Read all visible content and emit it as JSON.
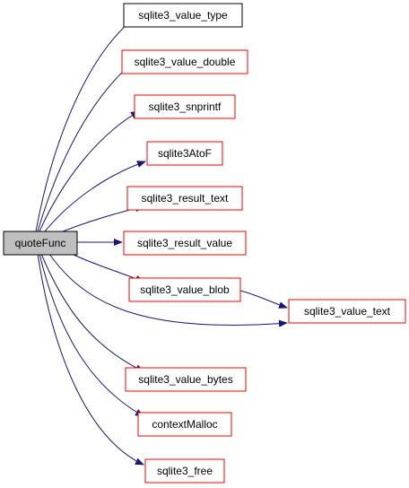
{
  "colors": {
    "edge": "#191970",
    "root_fill": "#bfbfbf",
    "doc_border": "#000000",
    "undoc_border": "#ff0000"
  },
  "nodes": {
    "quoteFunc": "quoteFunc",
    "value_type": "sqlite3_value_type",
    "value_double": "sqlite3_value_double",
    "snprintf": "sqlite3_snprintf",
    "atof": "sqlite3AtoF",
    "result_text": "sqlite3_result_text",
    "result_value": "sqlite3_result_value",
    "value_blob": "sqlite3_value_blob",
    "value_text": "sqlite3_value_text",
    "value_bytes": "sqlite3_value_bytes",
    "context_malloc": "contextMalloc",
    "free": "sqlite3_free"
  },
  "edges": [
    [
      "quoteFunc",
      "value_type"
    ],
    [
      "quoteFunc",
      "value_double"
    ],
    [
      "quoteFunc",
      "snprintf"
    ],
    [
      "quoteFunc",
      "atof"
    ],
    [
      "quoteFunc",
      "result_text"
    ],
    [
      "quoteFunc",
      "result_value"
    ],
    [
      "quoteFunc",
      "value_blob"
    ],
    [
      "quoteFunc",
      "value_text"
    ],
    [
      "quoteFunc",
      "value_bytes"
    ],
    [
      "quoteFunc",
      "context_malloc"
    ],
    [
      "quoteFunc",
      "free"
    ],
    [
      "value_blob",
      "value_text"
    ]
  ]
}
